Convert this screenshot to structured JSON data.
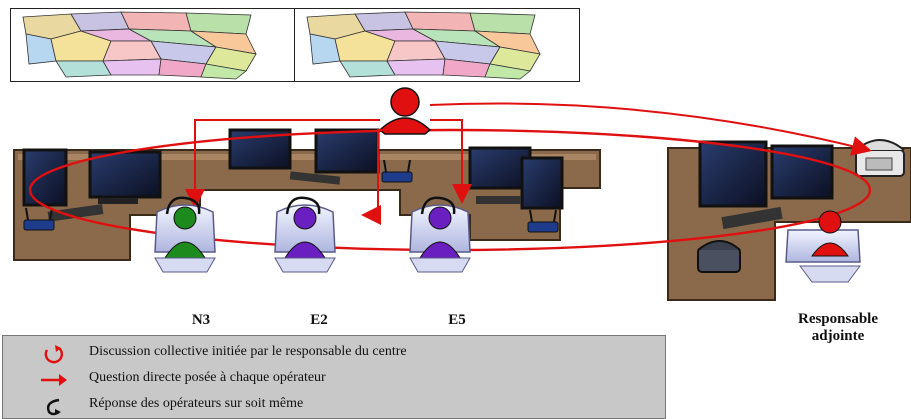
{
  "operators": [
    {
      "code": "N3",
      "color": "#1c8a1c"
    },
    {
      "code": "E2",
      "color": "#6a1fc0"
    },
    {
      "code": "E5",
      "color": "#6a1fc0"
    }
  ],
  "deputy": {
    "line1": "Responsable",
    "line2": "adjointe",
    "color": "#e01010"
  },
  "chief": {
    "color": "#e01010"
  },
  "legend": {
    "items": [
      {
        "icon": "circular-arrow-red-icon",
        "text": "Discussion collective initiée par le responsable du centre"
      },
      {
        "icon": "straight-arrow-red-icon",
        "text": "Question directe posée à chaque opérateur"
      },
      {
        "icon": "curved-arrow-black-icon",
        "text": "Réponse des opérateurs sur soit même"
      }
    ]
  },
  "colors": {
    "arrow": "#e01010",
    "desk": "#8a6a4a",
    "legend_bg": "#c8c8c8"
  }
}
